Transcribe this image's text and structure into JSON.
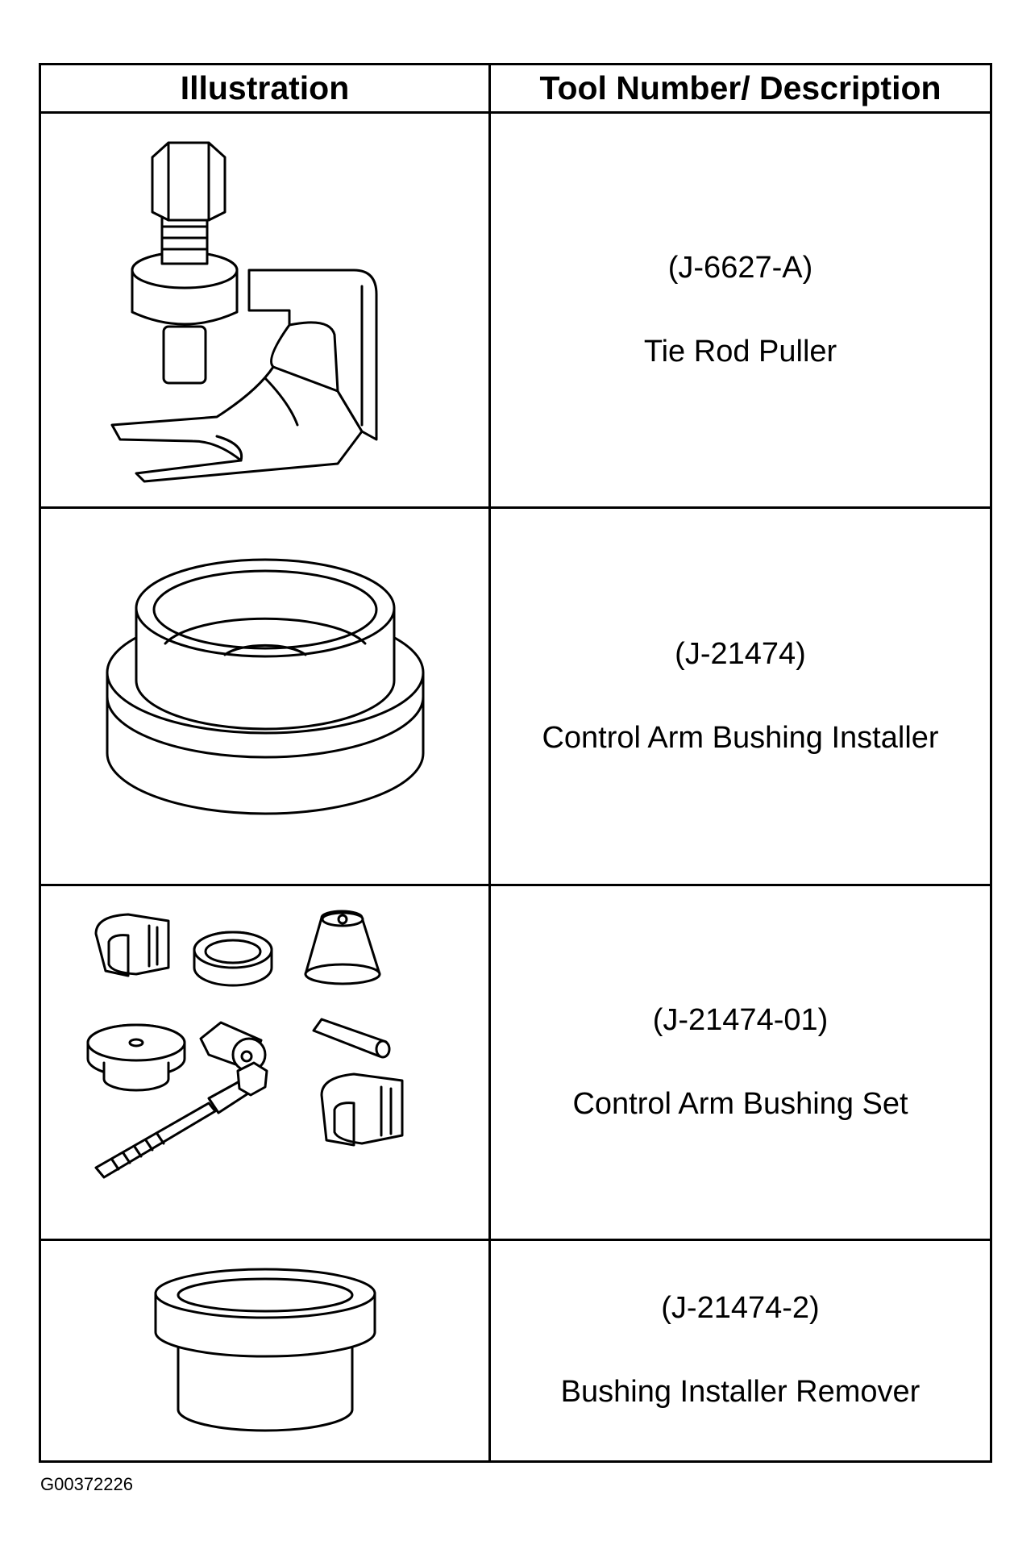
{
  "table": {
    "headers": [
      "Illustration",
      "Tool Number/ Description"
    ],
    "rows": [
      {
        "tool_number": "(J-6627-A)",
        "description": "Tie Rod Puller",
        "illustration": "tie-rod-puller-icon"
      },
      {
        "tool_number": "(J-21474)",
        "description": "Control Arm Bushing Installer",
        "illustration": "bushing-installer-icon"
      },
      {
        "tool_number": "(J-21474-01)",
        "description": "Control Arm Bushing Set",
        "illustration": "bushing-set-icon"
      },
      {
        "tool_number": "(J-21474-2)",
        "description": "Bushing Installer Remover",
        "illustration": "installer-remover-icon"
      }
    ]
  },
  "figure_id": "G00372226"
}
